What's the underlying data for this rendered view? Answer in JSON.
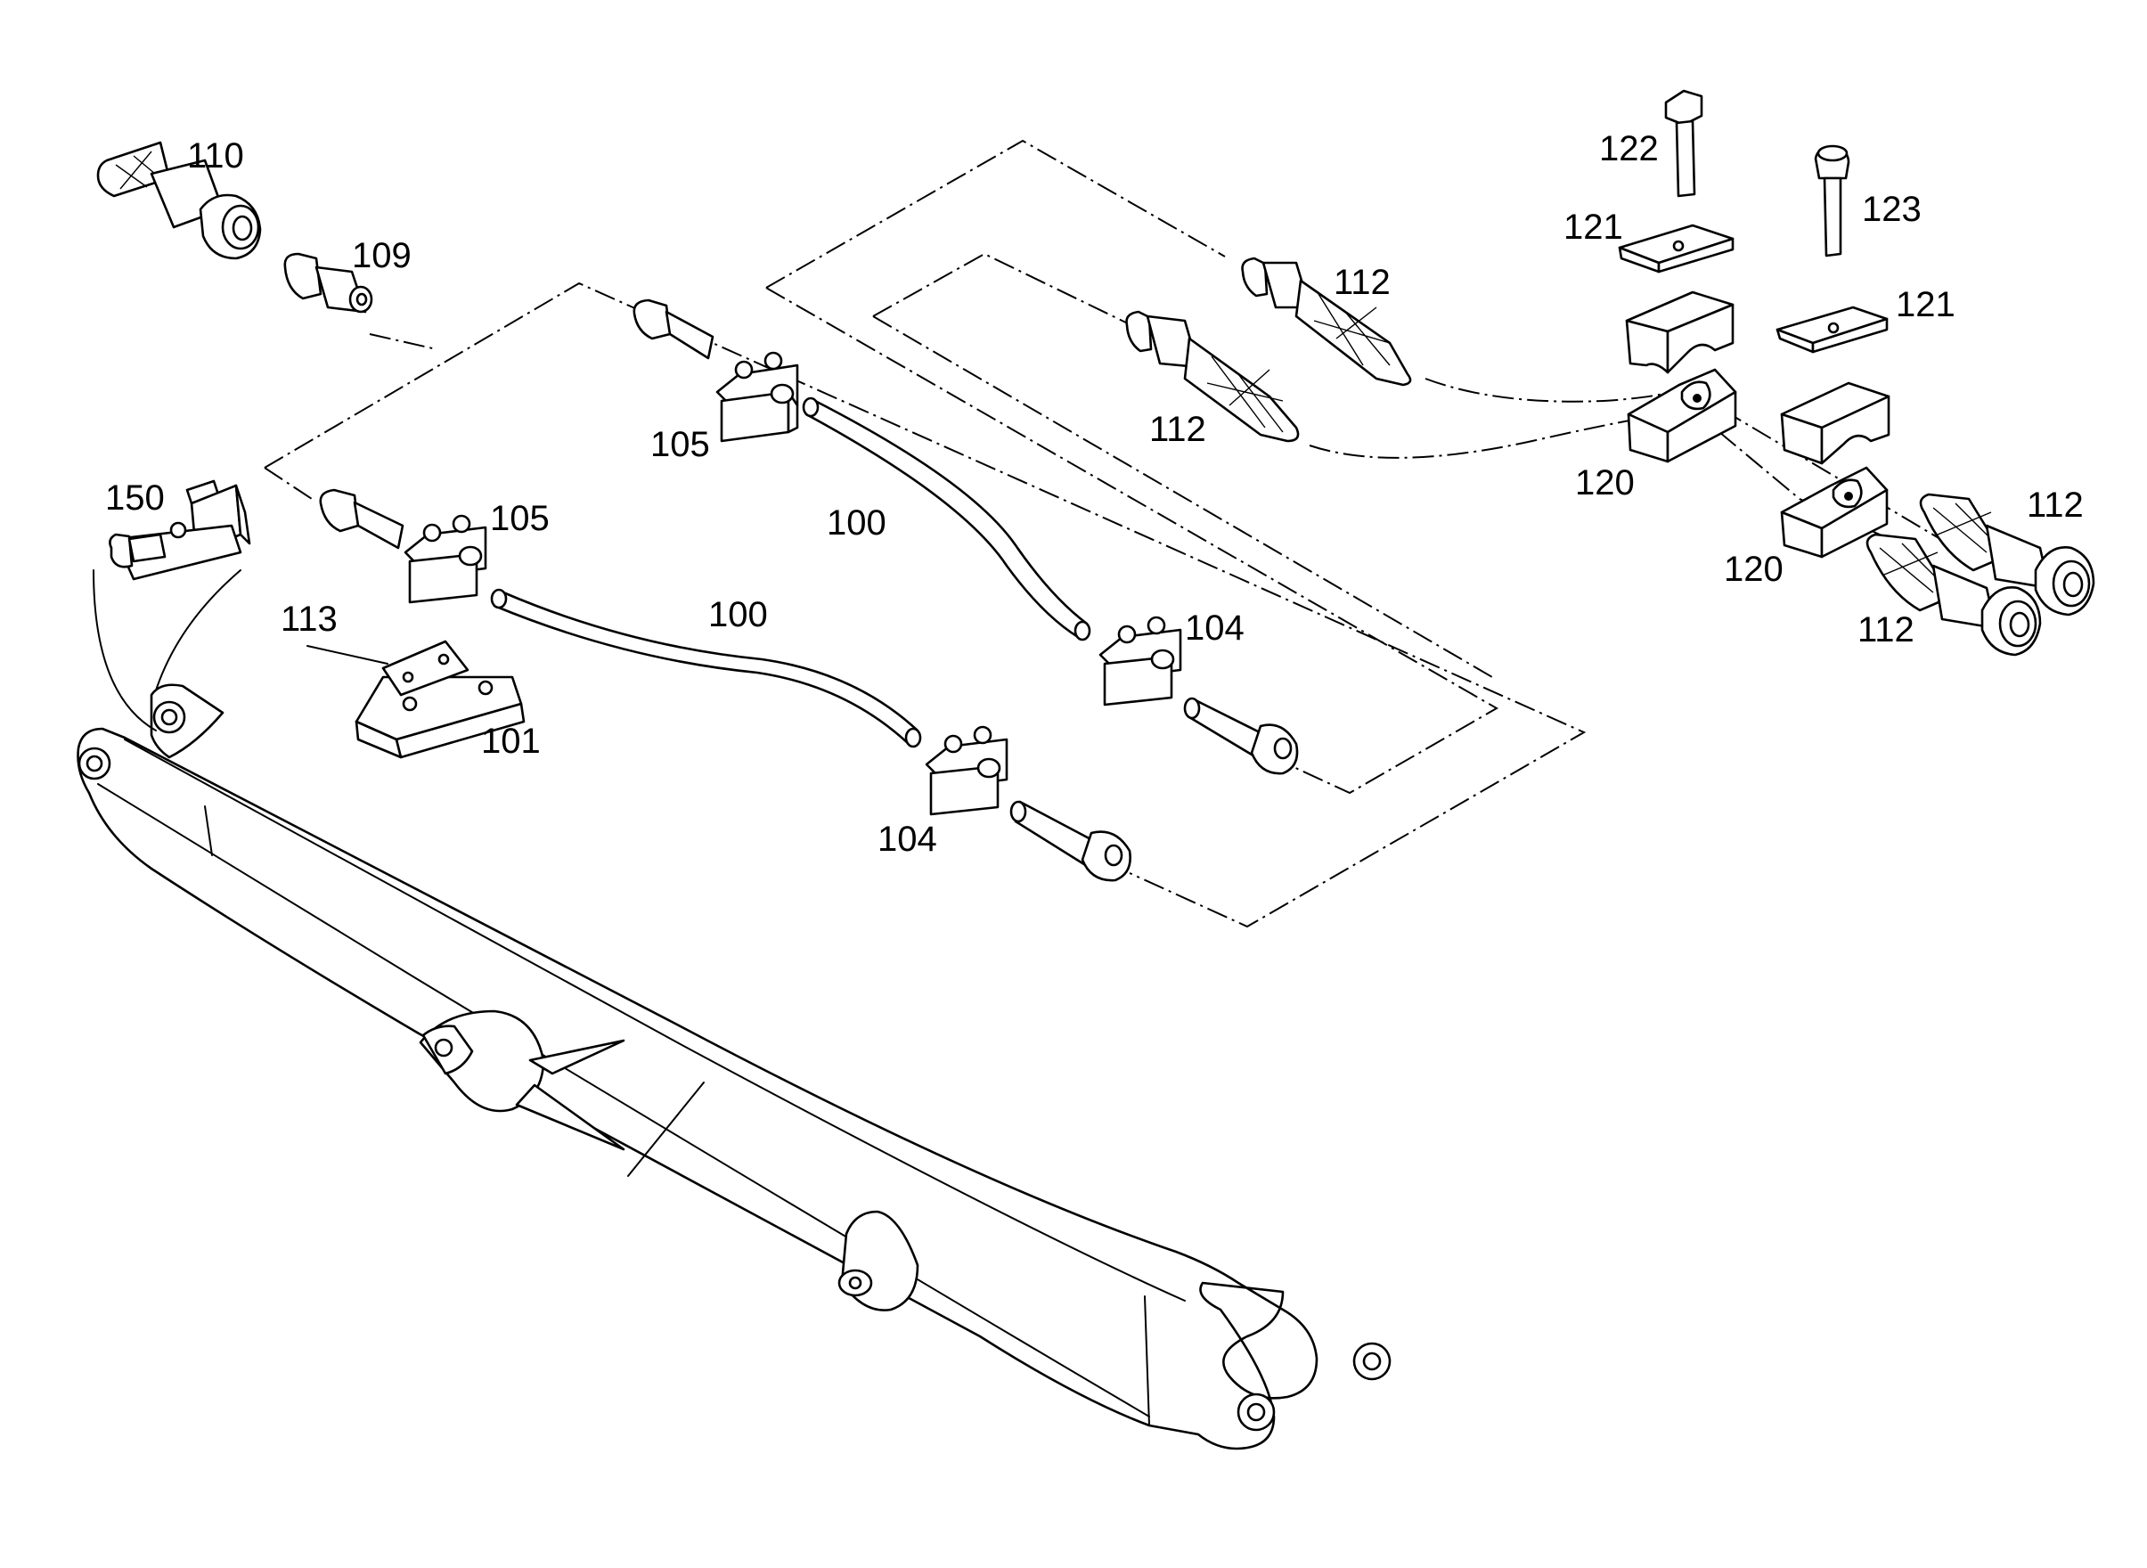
{
  "callouts": {
    "c110": "110",
    "c109": "109",
    "c105a": "105",
    "c105b": "105",
    "c150": "150",
    "c113": "113",
    "c101": "101",
    "c100a": "100",
    "c100b": "100",
    "c104a": "104",
    "c104b": "104",
    "c112a": "112",
    "c112b": "112",
    "c112c": "112",
    "c112d": "112",
    "c122": "122",
    "c123": "123",
    "c121a": "121",
    "c121b": "121",
    "c120a": "120",
    "c120b": "120"
  }
}
